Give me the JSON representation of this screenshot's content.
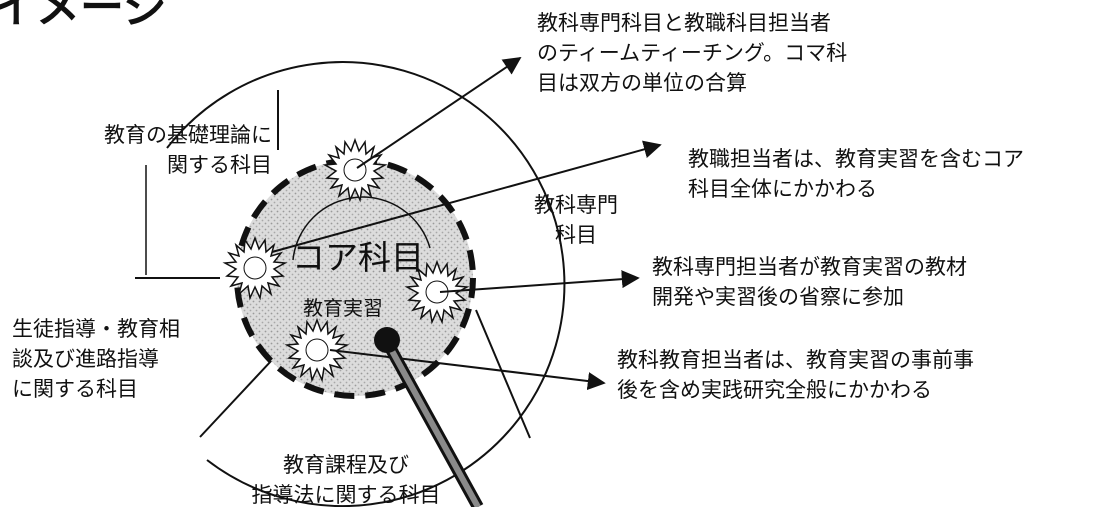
{
  "title": "イメージ",
  "core": {
    "title": "コア科目",
    "subtitle": "教育実習"
  },
  "segments": {
    "foundations": [
      "教育の基礎理論に",
      "関する科目"
    ],
    "guidance": [
      "生徒指導・教育相",
      "談及び進路指導",
      "に関する科目"
    ],
    "curriculum": [
      "教育課程及び",
      "指導法に関する科目"
    ],
    "subject_specialty": [
      "教科専門",
      "科目"
    ]
  },
  "notes": {
    "team_teaching": [
      "教科専門科目と教職科目担当者",
      "のティームティーチング。コマ科",
      "目は双方の単位の合算"
    ],
    "teaching_staff": [
      "教職担当者は、教育実習を含むコア",
      "科目全体にかかわる"
    ],
    "subject_staff": [
      "教科専門担当者が教育実習の教材",
      "開発や実習後の省察に参加"
    ],
    "subject_education_staff": [
      "教科教育担当者は、教育実習の事前事",
      "後を含め実践研究全般にかかわる"
    ]
  }
}
